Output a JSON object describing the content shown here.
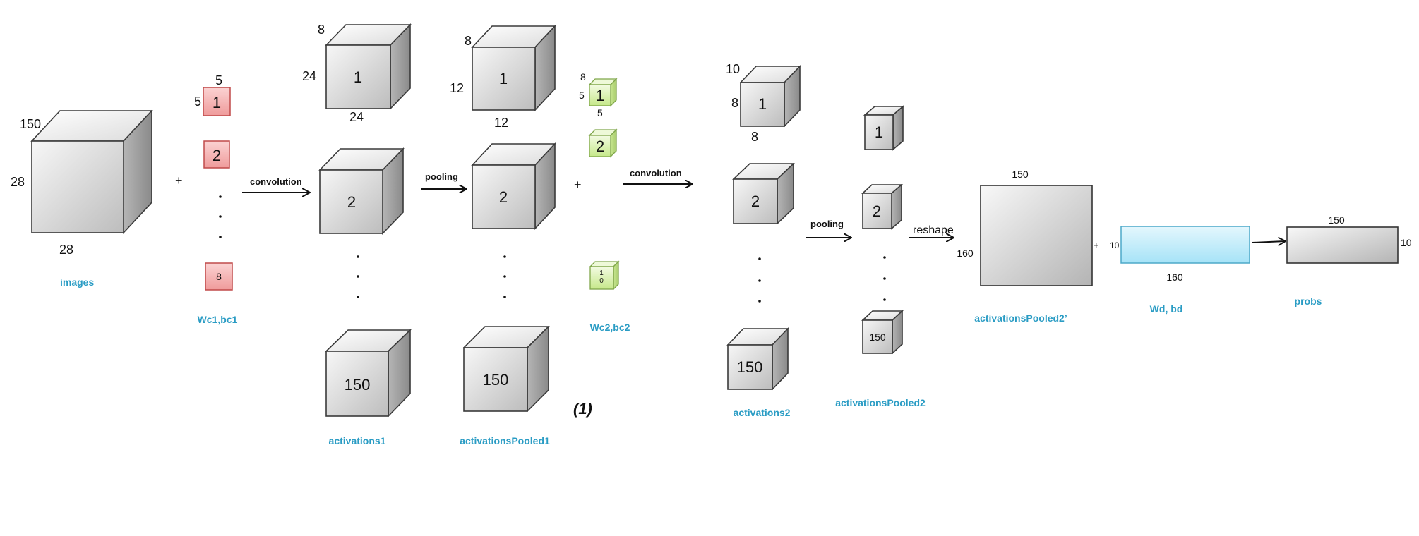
{
  "images": {
    "depth": "150",
    "height": "28",
    "width": "28",
    "label": "images"
  },
  "wc1": {
    "kernel_h": "5",
    "kernel_w": "5",
    "items": [
      "1",
      "2",
      "8"
    ],
    "label": "Wc1,bc1"
  },
  "plus": "+",
  "convolution_label": "convolution",
  "pooling_label": "pooling",
  "reshape_label": "reshape",
  "activations1": {
    "depth": "8",
    "height": "24",
    "width": "24",
    "items": [
      "1",
      "2",
      "150"
    ],
    "label": "activations1"
  },
  "activationsPooled1": {
    "depth": "8",
    "height": "12",
    "width": "12",
    "items": [
      "1",
      "2",
      "150"
    ],
    "label": "activationsPooled1"
  },
  "wc2": {
    "depth": "8",
    "height": "5",
    "width": "5",
    "items": [
      "1",
      "2",
      "1\n0"
    ],
    "label": "Wc2,bc2"
  },
  "figure_number": "(1)",
  "activations2": {
    "depth": "10",
    "height": "8",
    "width": "8",
    "items": [
      "1",
      "2",
      "150"
    ],
    "label": "activations2"
  },
  "activationsPooled2": {
    "items": [
      "1",
      "2",
      "150"
    ],
    "label": "activationsPooled2"
  },
  "activationsPooled2prime": {
    "width": "150",
    "height": "160",
    "label": "activationsPooled2’"
  },
  "wd": {
    "height": "10",
    "width": "160",
    "label": "Wd, bd"
  },
  "probs": {
    "width": "150",
    "height": "10",
    "label": "probs"
  },
  "colors": {
    "label": "#2a9cc4",
    "gray_front": "#d6d6d6",
    "gray_side": "#a8a8a8",
    "pink": "#f4a9a9",
    "green": "#d8f0a8",
    "cyan": "#bfe9f8"
  }
}
